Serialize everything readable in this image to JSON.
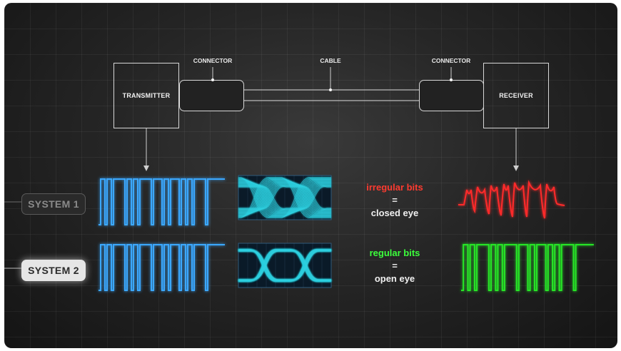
{
  "diagram": {
    "transmitter_label": "TRANSMITTER",
    "receiver_label": "RECEIVER",
    "connector_left_label": "CONNECTOR",
    "cable_label": "CABLE",
    "connector_right_label": "CONNECTOR"
  },
  "systems": [
    {
      "label": "SYSTEM 1",
      "caption_line1": "irregular bits",
      "caption_line2": "=",
      "caption_line3": "closed eye",
      "caption_color": "#ff3b30",
      "signal_color": "#ff2a2a"
    },
    {
      "label": "SYSTEM 2",
      "caption_line1": "regular bits",
      "caption_line2": "=",
      "caption_line3": "open eye",
      "caption_color": "#3cff3c",
      "signal_color": "#28e628"
    }
  ],
  "colors": {
    "transmit_signal": "#3aa8ff",
    "eye_diagram": "#2fd0e0"
  }
}
